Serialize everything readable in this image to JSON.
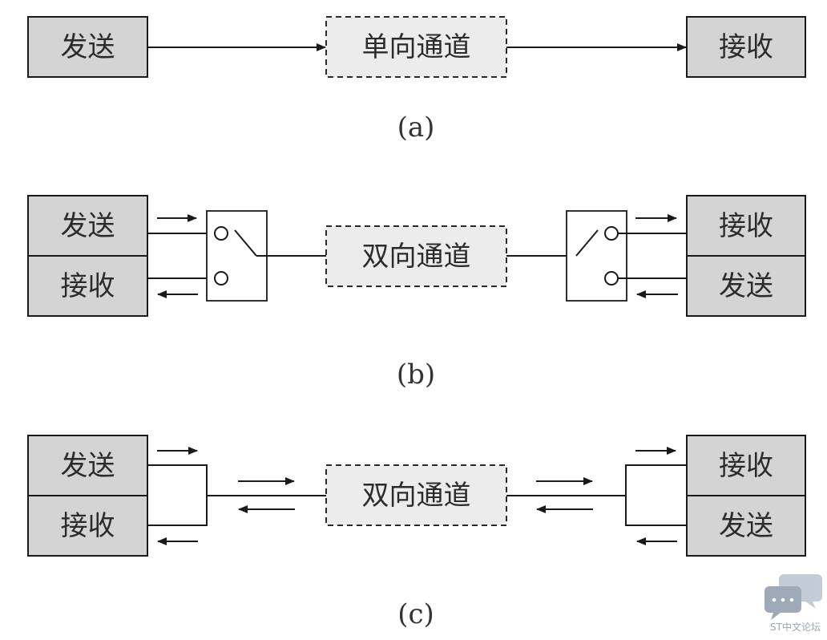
{
  "labels": {
    "send": "发送",
    "receive": "接收",
    "simplex_channel": "单向通道",
    "duplex_channel": "双向通道"
  },
  "captions": {
    "a": "(a)",
    "b": "(b)",
    "c": "(c)"
  },
  "watermark": {
    "text": "ST中文论坛",
    "icon": "chat-bubbles-icon"
  },
  "colors": {
    "box_fill": "#d4d4d4",
    "channel_fill": "#ececec",
    "line": "#1a1a1a"
  }
}
